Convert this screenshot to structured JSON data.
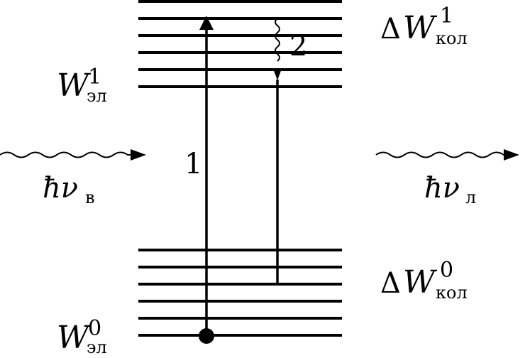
{
  "labels": {
    "w_el_1": {
      "base": "W",
      "sup": "1",
      "sub": "эл"
    },
    "w_el_0": {
      "base": "W",
      "sup": "0",
      "sub": "эл"
    },
    "dw_kol_1": {
      "delta": "Δ",
      "base": "W",
      "sup": "1",
      "sub": "кол"
    },
    "dw_kol_0": {
      "delta": "Δ",
      "base": "W",
      "sup": "0",
      "sub": "кол"
    },
    "hv_in": {
      "base": "ħν",
      "sub": "в"
    },
    "hv_out": {
      "base": "ħν",
      "sub": "л"
    },
    "transition_1": "1",
    "transition_2": "2"
  },
  "levels": {
    "upper_count": 6,
    "lower_count": 6
  }
}
